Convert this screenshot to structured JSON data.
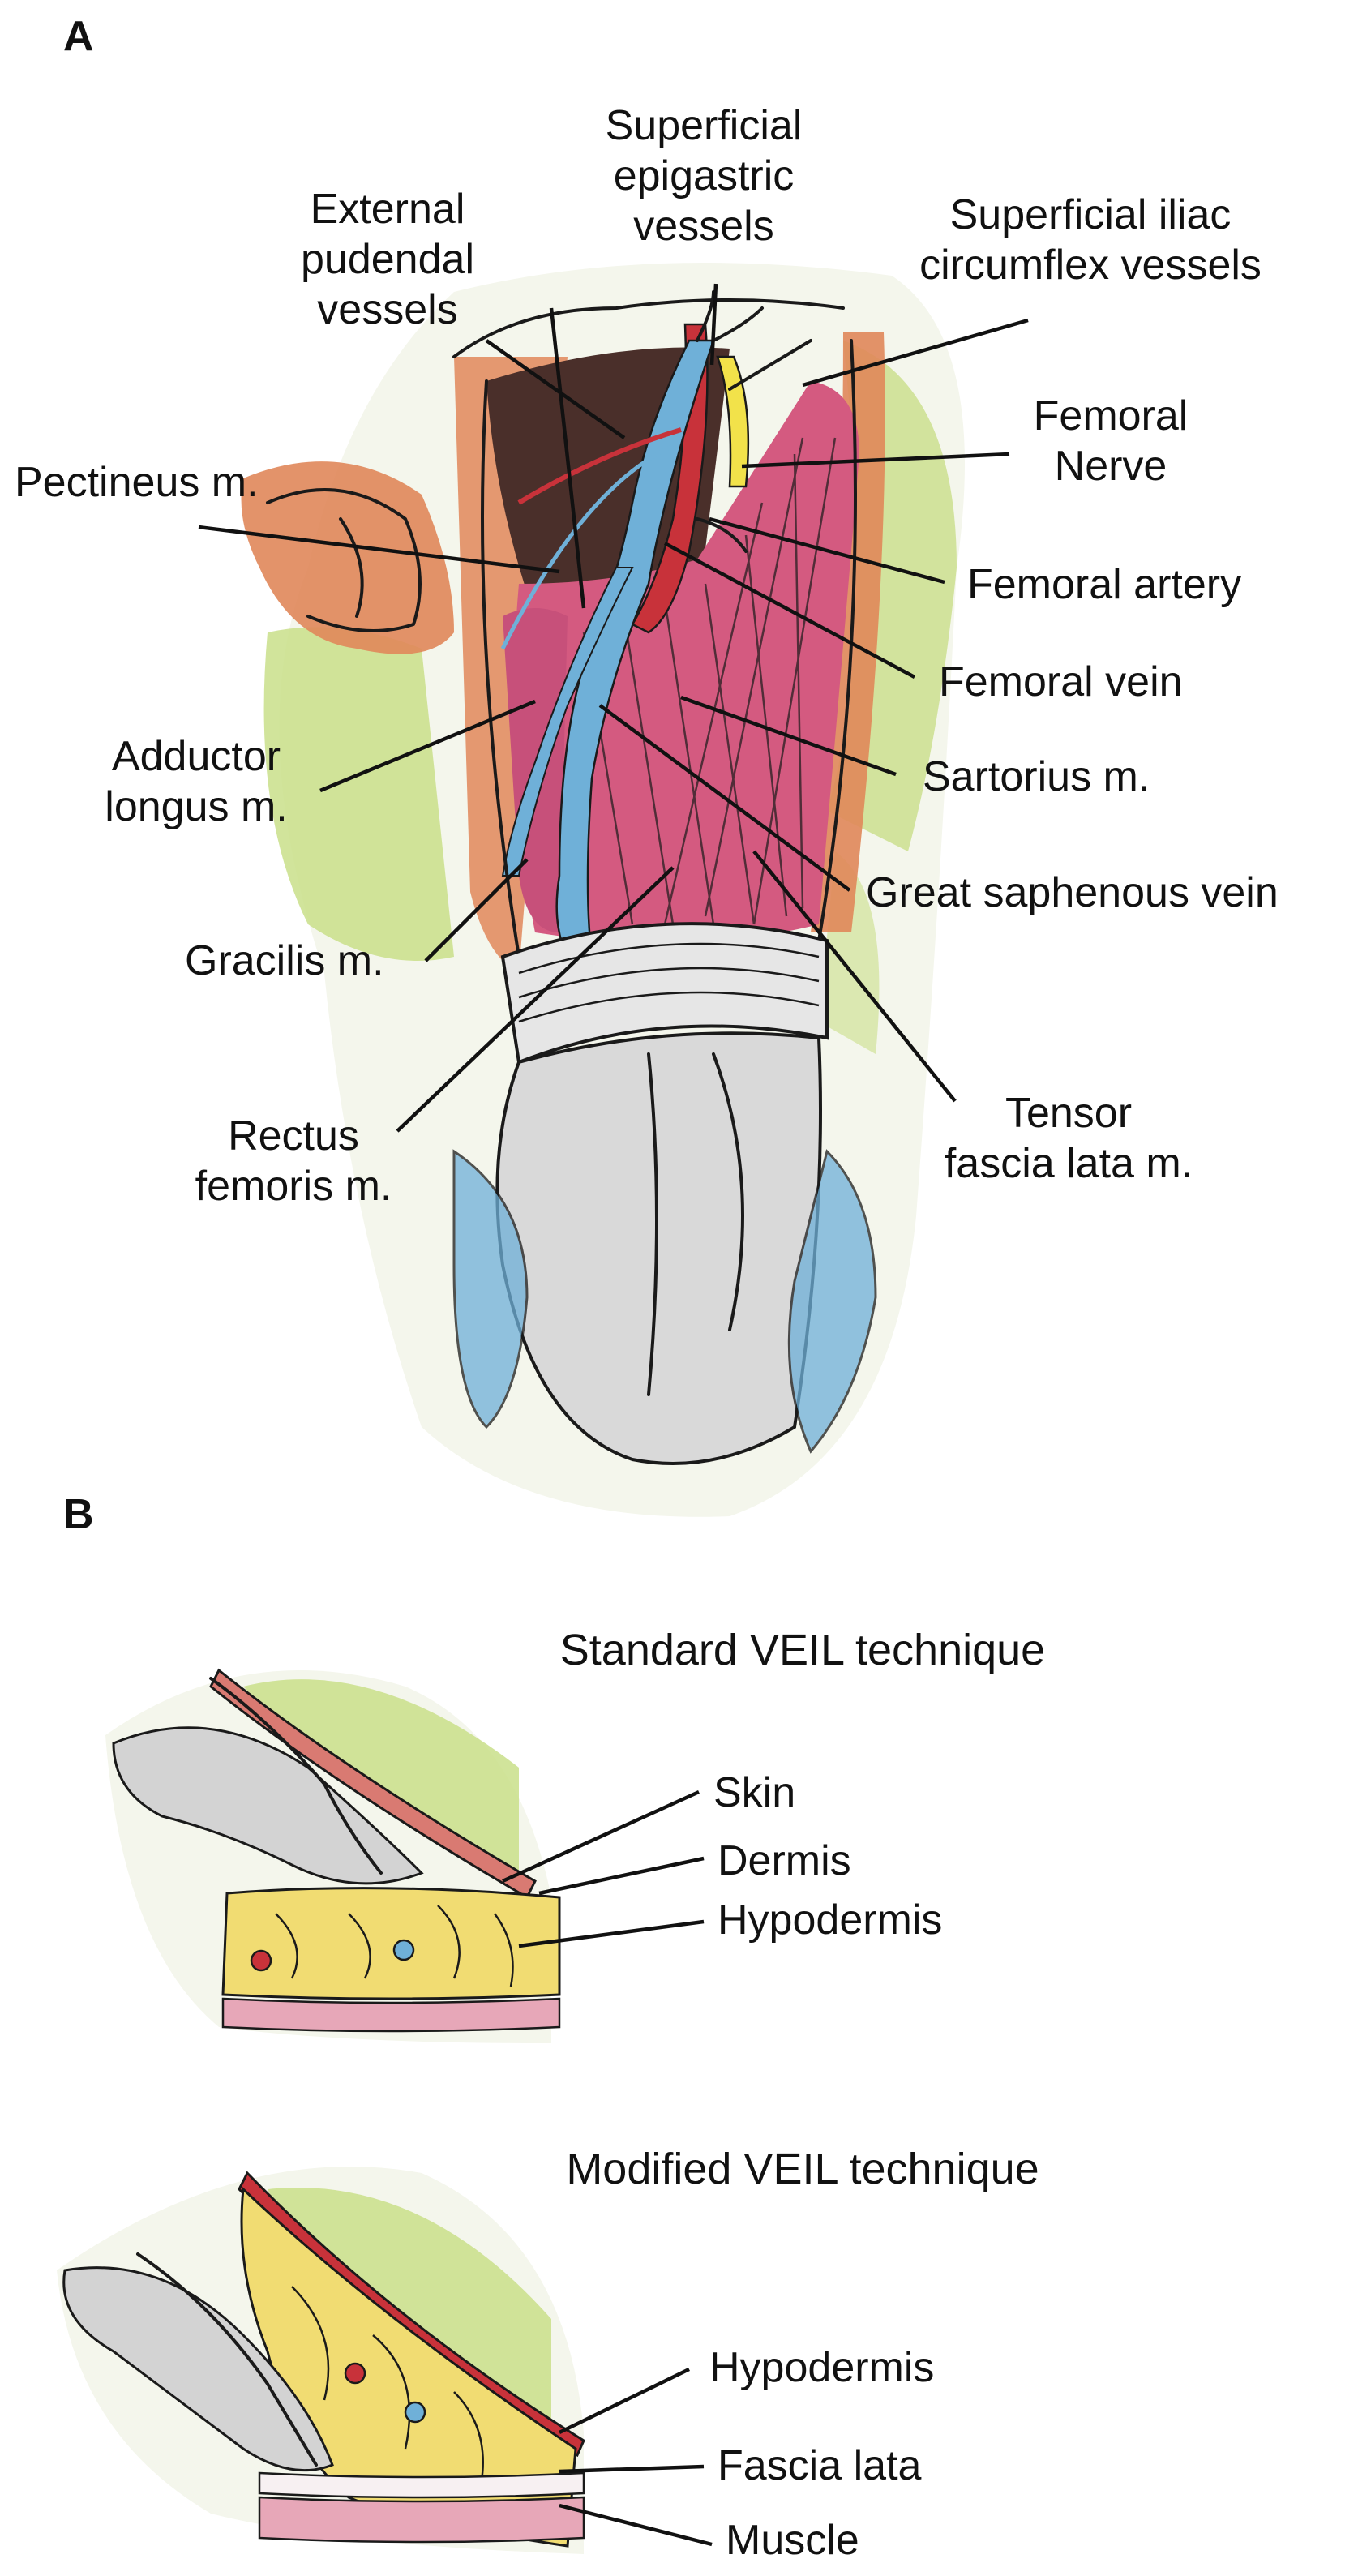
{
  "panel_a": {
    "letter": "A",
    "labels": {
      "superficial_epigastric": [
        "Superficial",
        "epigastric",
        "vessels"
      ],
      "external_pudendal": [
        "External",
        "pudendal",
        "vessels"
      ],
      "superficial_iliac": [
        "Superficial iliac",
        "circumflex vessels"
      ],
      "femoral_nerve": [
        "Femoral",
        "Nerve"
      ],
      "pectineus": [
        "Pectineus m."
      ],
      "femoral_artery": [
        "Femoral artery"
      ],
      "femoral_vein": [
        "Femoral vein"
      ],
      "sartorius": [
        "Sartorius m."
      ],
      "adductor_longus": [
        "Adductor",
        "longus m."
      ],
      "great_saphenous": [
        "Great saphenous vein"
      ],
      "gracilis": [
        "Gracilis m."
      ],
      "tensor_fascia": [
        "Tensor",
        "fascia lata m."
      ],
      "rectus_femoris": [
        "Rectus",
        "femoris m."
      ]
    }
  },
  "panel_b": {
    "letter": "B",
    "standard": {
      "title": "Standard VEIL technique",
      "labels": {
        "skin": "Skin",
        "dermis": "Dermis",
        "hypodermis": "Hypodermis"
      }
    },
    "modified": {
      "title": "Modified VEIL technique",
      "labels": {
        "hypodermis": "Hypodermis",
        "fascia_lata": "Fascia lata",
        "muscle": "Muscle"
      }
    }
  },
  "colors": {
    "muscle_pink": "#d45a80",
    "vein_blue": "#6fb0d8",
    "artery_red": "#c8323a",
    "nerve_yellow": "#f2e24a",
    "fat_yellow": "#f1dc72",
    "skin_orange": "#e0875a",
    "dark_fossa": "#4a2f2a",
    "wash_green": "#c9df8a",
    "drape_gray": "#cfcfcf"
  }
}
